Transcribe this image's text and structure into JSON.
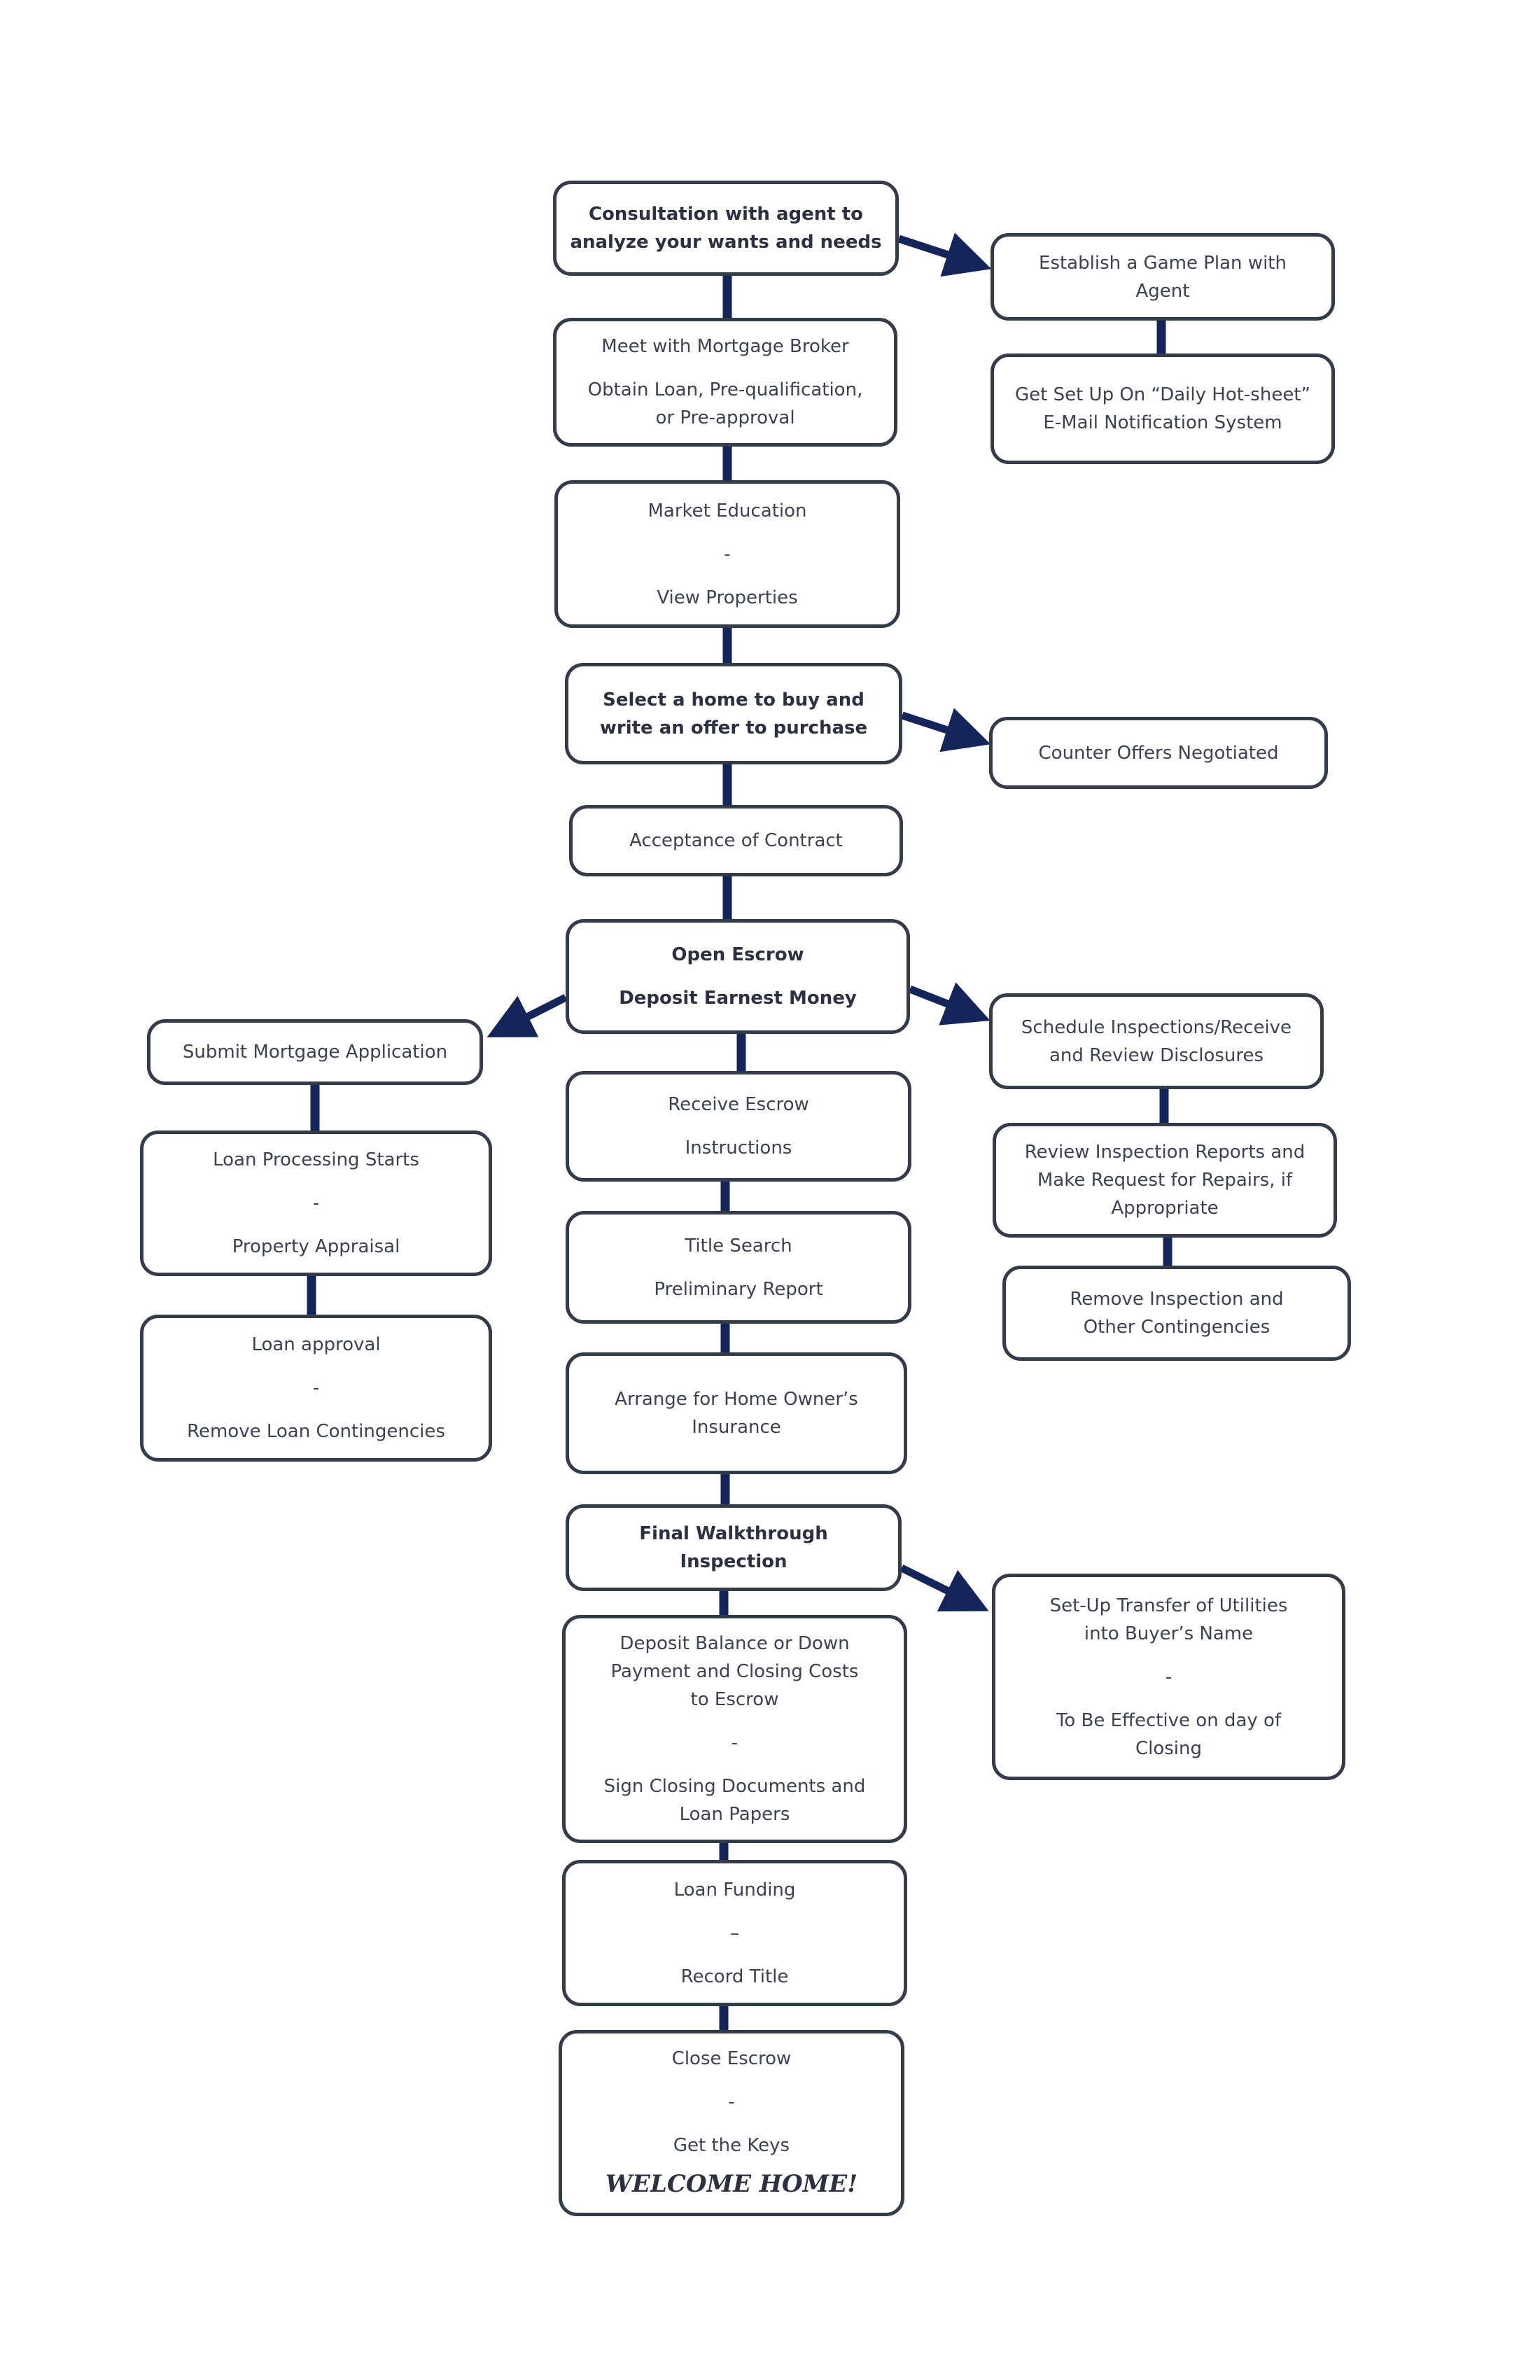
{
  "n1": [
    "Consultation with agent to",
    "analyze your wants and needs"
  ],
  "n2": [
    "Meet with Mortgage Broker",
    "Obtain Loan, Pre-qualification,",
    "or Pre-approval"
  ],
  "n3": [
    "Market Education",
    "-",
    "View Properties"
  ],
  "n4": [
    "Select a home to buy and",
    "write an offer to purchase"
  ],
  "n5": [
    "Acceptance of Contract"
  ],
  "n6": [
    "Open Escrow",
    "Deposit Earnest Money"
  ],
  "n7": [
    "Receive Escrow",
    "Instructions"
  ],
  "n8": [
    "Title Search",
    "Preliminary Report"
  ],
  "n9": [
    "Arrange for Home Owner’s",
    "Insurance"
  ],
  "n10": [
    "Final Walkthrough",
    "Inspection"
  ],
  "n11": [
    "Deposit Balance or Down",
    "Payment and Closing Costs",
    "to Escrow",
    "-",
    "Sign Closing Documents and",
    "Loan Papers"
  ],
  "n12": [
    "Loan Funding",
    "–",
    "Record Title"
  ],
  "n13": [
    "Close Escrow",
    "-",
    "Get the Keys"
  ],
  "n13_welcome": "WELCOME HOME!",
  "r1": [
    "Establish a Game Plan with",
    "Agent"
  ],
  "r2": [
    "Get Set Up On “Daily Hot-sheet”",
    "E-Mail Notification System"
  ],
  "r3": [
    "Counter Offers Negotiated"
  ],
  "r4": [
    "Schedule Inspections/Receive",
    "and Review Disclosures"
  ],
  "r5": [
    "Review Inspection Reports and",
    "Make Request for Repairs, if",
    "Appropriate"
  ],
  "r6": [
    "Remove Inspection and",
    "Other Contingencies"
  ],
  "r7": [
    "Set-Up Transfer of Utilities",
    "into Buyer’s Name",
    "-",
    "To Be Effective on day of",
    "Closing"
  ],
  "l1": [
    "Submit Mortgage Application"
  ],
  "l2": [
    "Loan Processing Starts",
    "-",
    "Property Appraisal"
  ],
  "l3": [
    "Loan approval",
    "-",
    "Remove Loan Contingencies"
  ],
  "colors": {
    "border": "#343c4a",
    "connector": "#142659",
    "text": "#3b4250"
  }
}
